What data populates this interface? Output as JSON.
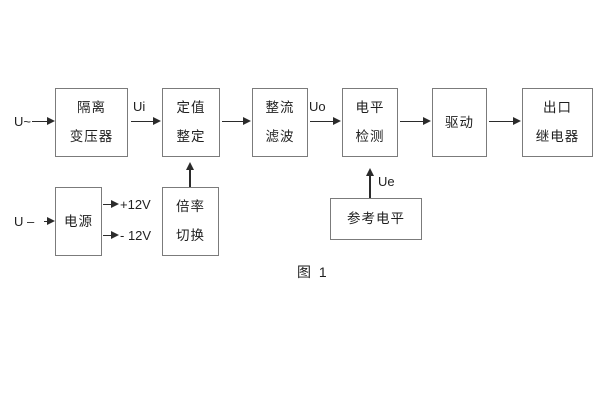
{
  "caption": "图 1",
  "labels": {
    "input_ac": "U~",
    "input_dc": "U –",
    "ui": "Ui",
    "uo": "Uo",
    "ue": "Ue",
    "plus_12v": "+12V",
    "minus_12v": "- 12V"
  },
  "boxes": {
    "isolation_transformer": {
      "line1": "隔离",
      "line2": "变压器"
    },
    "setpoint_adjust": {
      "line1": "定值",
      "line2": "整定"
    },
    "rectifier_filter": {
      "line1": "整流",
      "line2": "滤波"
    },
    "level_detect": {
      "line1": "电平",
      "line2": "检测"
    },
    "driver": {
      "line1": "驱动"
    },
    "output_relay": {
      "line1": "出口",
      "line2": "继电器"
    },
    "power_supply": {
      "line1": "电源"
    },
    "ratio_switch": {
      "line1": "倍率",
      "line2": "切换"
    },
    "reference_level": {
      "line1": "参考电平"
    }
  },
  "colors": {
    "background": "#ffffff",
    "box_border": "#7b7b7b",
    "line": "#2b2b2b",
    "text": "#1f1f1f"
  }
}
